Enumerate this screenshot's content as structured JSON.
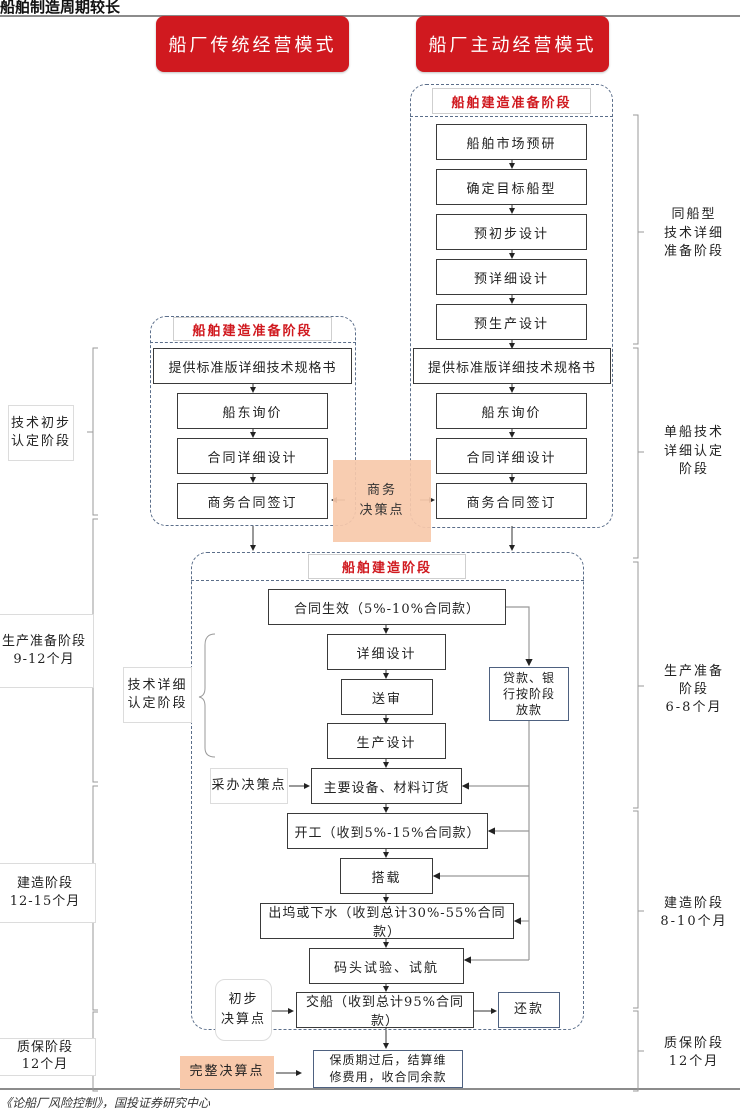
{
  "page": {
    "top_title": "船舶制造周期较长",
    "footer_source": "《论船厂风险控制》，国投证券研究中心"
  },
  "modes": {
    "traditional": "船厂传统经营模式",
    "active": "船厂主动经营模式"
  },
  "traditional": {
    "group_label": "船舶建造准备阶段",
    "steps": [
      "提供标准版详细技术规格书",
      "船东询价",
      "合同详细设计",
      "商务合同签订"
    ]
  },
  "active": {
    "group_label": "船舶建造准备阶段",
    "pre_steps": [
      "船舶市场预研",
      "确定目标船型",
      "预初步设计",
      "预详细设计",
      "预生产设计"
    ],
    "steps": [
      "提供标准版详细技术规格书",
      "船东询价",
      "合同详细设计",
      "商务合同签订"
    ]
  },
  "business_decision": "商务\n决策点",
  "construction": {
    "group_label": "船舶建造阶段",
    "contract_effective": "合同生效（5%-10%合同款）",
    "detail_design": "详细设计",
    "review": "送审",
    "production_design": "生产设计",
    "procurement": "主要设备、材料订货",
    "procurement_decision": "采办决策点",
    "start": "开工（收到5%-15%合同款）",
    "erection": "搭载",
    "launch": "出坞或下水（收到总计30%-55%合同款）",
    "trials": "码头试验、试航",
    "delivery": "交船（收到总计95%合同款）",
    "repay": "还款",
    "loan": "贷款、银\n行按阶段\n放款",
    "prelim_settlement": "初步\n决算点",
    "tech_detail_label": "技术详细\n认定阶段"
  },
  "warranty": {
    "final_box": "保质期过后，结算维\n修费用，收合同余款",
    "final_settlement": "完整决算点"
  },
  "left_phases": [
    {
      "label": "技术初步\n认定阶段"
    },
    {
      "label": "生产准备阶段\n9-12个月"
    },
    {
      "label": "建造阶段\n12-15个月"
    },
    {
      "label": "质保阶段\n12个月"
    }
  ],
  "right_phases": [
    {
      "label": "同船型\n技术详细\n准备阶段"
    },
    {
      "label": "单船技术\n详细认定\n阶段"
    },
    {
      "label": "生产准备\n阶段\n6-8个月"
    },
    {
      "label": "建造阶段\n8-10个月"
    },
    {
      "label": "质保阶段\n12个月"
    }
  ]
}
